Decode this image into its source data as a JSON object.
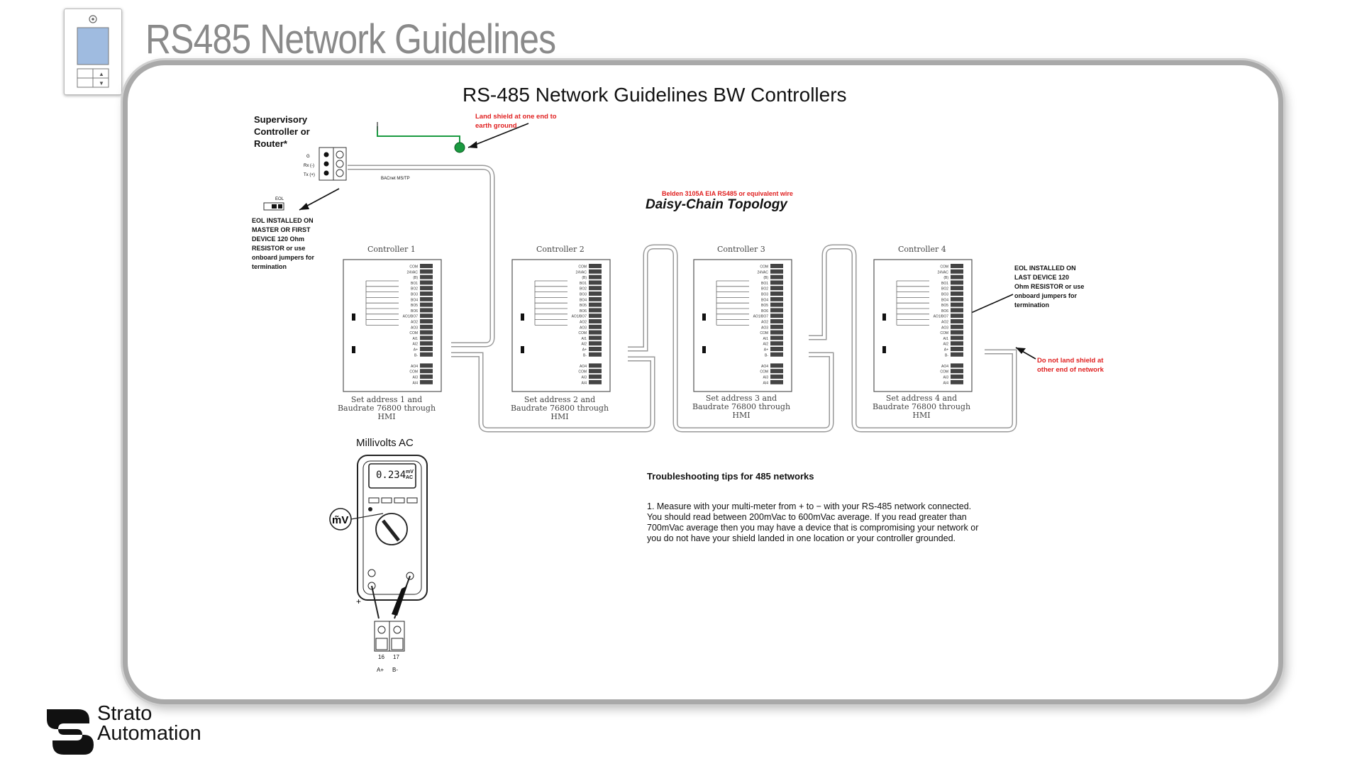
{
  "slide": {
    "title": "RS485 Network Guidelines",
    "logo": {
      "name": "Strato",
      "sub": "Automation"
    }
  },
  "diagram": {
    "title": "RS-485 Network Guidelines BW Controllers",
    "supervisory_label": "Supervisory Controller or Router*",
    "land_shield_note": "Land shield at one end to earth ground",
    "bacnet_label": "BACnet MS/TP",
    "eol_tag": "EOL",
    "eol_first": "EOL INSTALLED ON MASTER OR FIRST DEVICE 120 Ohm RESISTOR or use onboard jumpers for termination",
    "eol_last": "EOL INSTALLED ON LAST DEVICE 120 Ohm RESISTOR or use onboard jumpers for termination",
    "wire_note": "Belden 3105A EIA RS485 or equivalent wire",
    "topology": "Daisy-Chain Topology",
    "no_shield_note": "Do not land shield at other end of network",
    "controllers": [
      {
        "title": "Controller 1",
        "note": "Set address 1 and Baudrate 76800 through HMI"
      },
      {
        "title": "Controller 2",
        "note": "Set address 2 and Baudrate 76800 through HMI"
      },
      {
        "title": "Controller 3",
        "note": "Set address 3 and Baudrate 76800 through HMI"
      },
      {
        "title": "Controller 4",
        "note": "Set address 4 and Baudrate 76800 through HMI"
      }
    ],
    "terminal_labels": [
      "COM",
      "24VAC",
      "(B)",
      "BO1",
      "BO2",
      "BO3",
      "BO4",
      "BO5",
      "BO6",
      "AO1/BO7",
      "AO2",
      "AO3",
      "COM",
      "AI1",
      "AI2",
      "A+",
      "B-",
      "",
      "AO4",
      "COM",
      "AI3",
      "AI4"
    ],
    "meter": {
      "label": "Millivolts AC",
      "reading": "0.234",
      "unit": "mV AC",
      "terminals": [
        "16",
        "17"
      ],
      "terminal_names": [
        "A+",
        "B-"
      ]
    },
    "tips": {
      "title": "Troubleshooting tips for 485 networks",
      "body": "1. Measure with your multi-meter from + to − with your RS-485 network connected. You should read between 200mVac to 600mVac average. If you read greater than 700mVac average then you may have a device that is compromising your network or you do not have your shield landed in one location or your controller grounded."
    }
  }
}
